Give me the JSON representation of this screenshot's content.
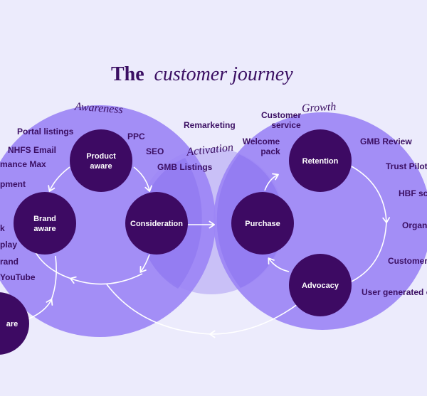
{
  "title": {
    "bold": "The",
    "italic": "customer journey"
  },
  "phases": {
    "awareness": "Awareness",
    "activation": "Activation",
    "growth": "Growth"
  },
  "nodes": {
    "product_aware": [
      "Product",
      "aware"
    ],
    "brand_aware": [
      "Brand",
      "aware"
    ],
    "consideration": "Consideration",
    "purchase": "Purchase",
    "retention": "Retention",
    "advocacy": "Advocacy",
    "partial_bottom_left": "are"
  },
  "awareness_tactics": {
    "portal_listings": "Portal listings",
    "nhfs_email": "NHFS Email",
    "performance_max": "mance Max",
    "development": "pment",
    "partial_1": "k",
    "display": "play",
    "brand": "rand",
    "youtube": "YouTube"
  },
  "consideration_tactics": {
    "ppc": "PPC",
    "seo": "SEO",
    "gmb_listings": "GMB Listings",
    "remarketing": "Remarketing"
  },
  "activation_tactics": {
    "customer_service": [
      "Customer",
      "service"
    ],
    "welcome_pack": [
      "Welcome",
      "pack"
    ]
  },
  "growth_tactics": {
    "gmb_review": "GMB Review",
    "trust_pilot": "Trust Pilot",
    "hbf_score": "HBF sc",
    "organic": "Organ",
    "customer": "Customer",
    "user_generated": "User generated c"
  },
  "colors": {
    "background": "#ecebfc",
    "circle_awareness": "#9c85f5",
    "circle_growth": "#9c85f5",
    "circle_activation": "#c9c0f7",
    "overlap": "#8a72ee",
    "node": "#3d0a63",
    "text": "#3b0f63",
    "arrow": "#ffffff"
  }
}
